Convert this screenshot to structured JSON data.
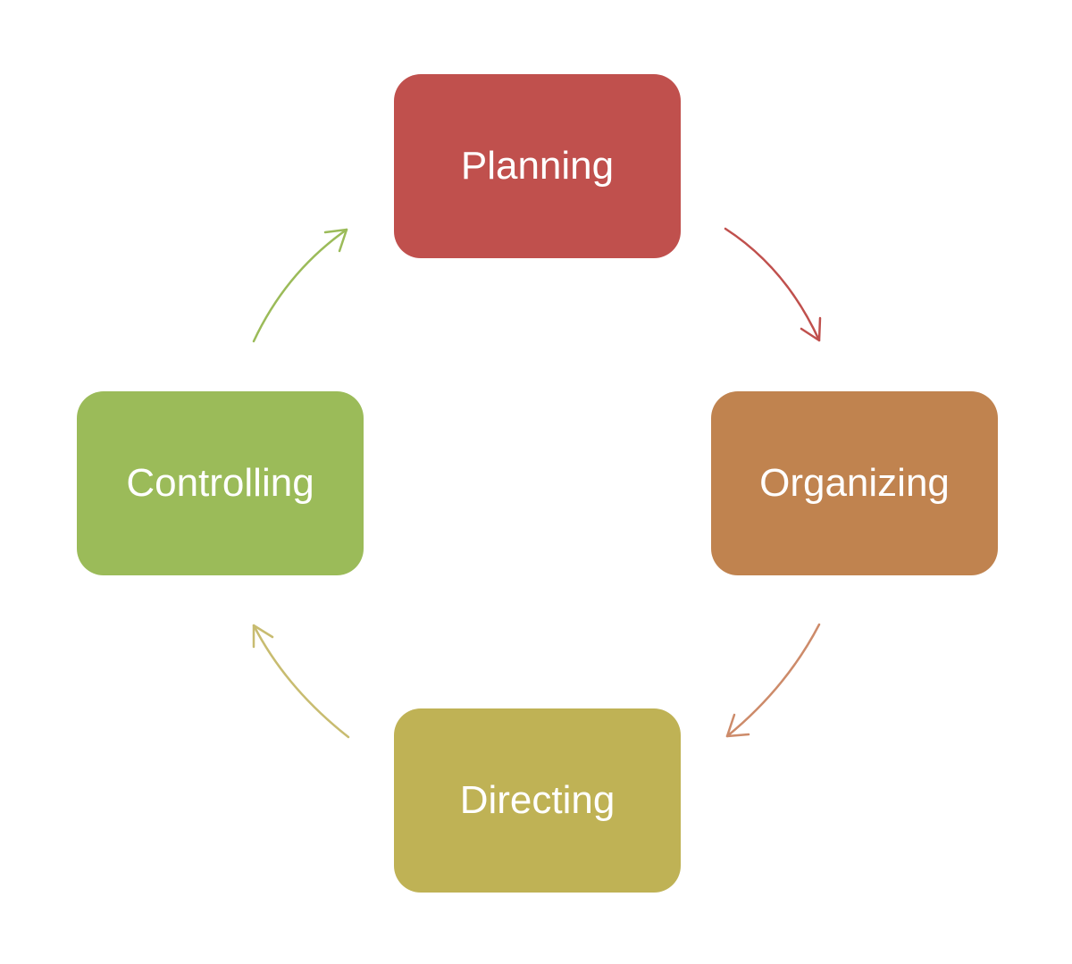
{
  "diagram": {
    "type": "cycle",
    "nodes": [
      {
        "label": "Planning",
        "color": "#C0504D"
      },
      {
        "label": "Organizing",
        "color": "#C0834F"
      },
      {
        "label": "Directing",
        "color": "#BFB255"
      },
      {
        "label": "Controlling",
        "color": "#9BBB59"
      }
    ],
    "arrows": [
      {
        "from": "Planning",
        "to": "Organizing",
        "color": "#C0504D"
      },
      {
        "from": "Organizing",
        "to": "Directing",
        "color": "#CD8B6A"
      },
      {
        "from": "Directing",
        "to": "Controlling",
        "color": "#C8BC70"
      },
      {
        "from": "Controlling",
        "to": "Planning",
        "color": "#9BBB59"
      }
    ]
  }
}
